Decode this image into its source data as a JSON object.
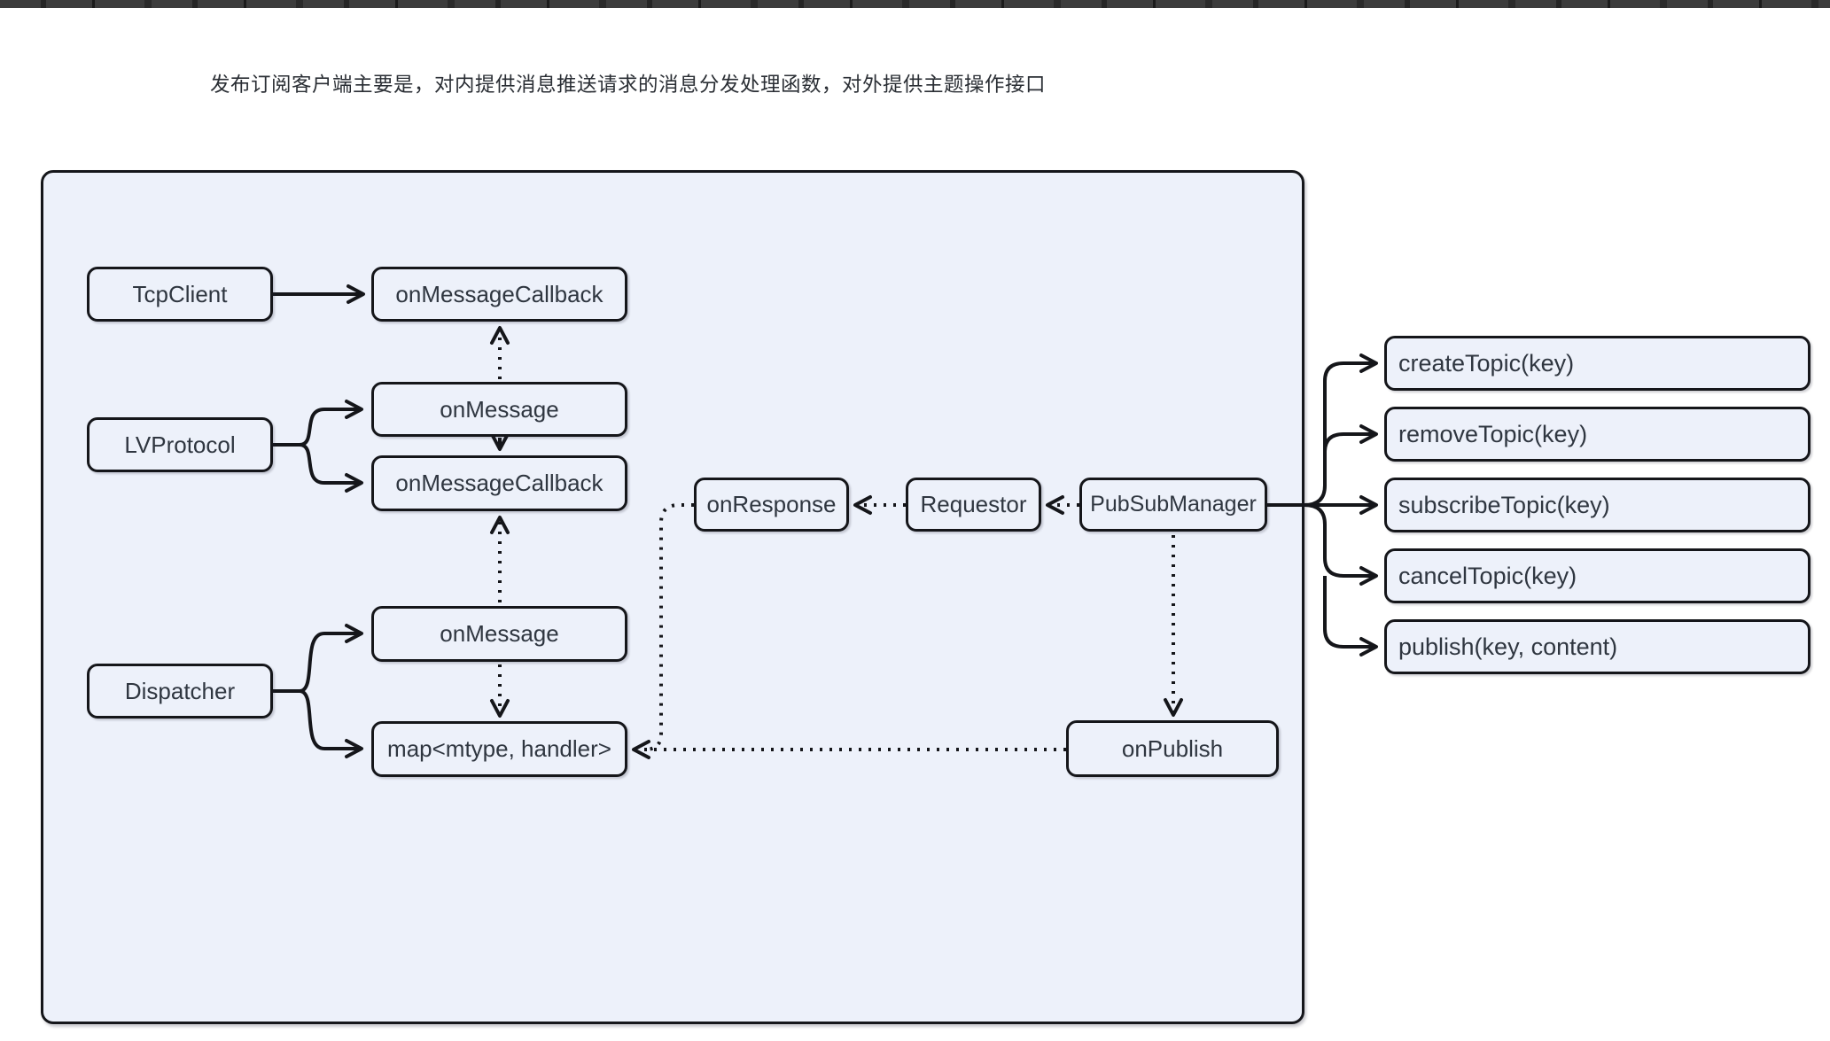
{
  "page": {
    "top_strip": "cut-off dark browser toolbar sliver",
    "background_color": "#ffffff"
  },
  "intro_text": "发布订阅客户端主要是，对内提供消息推送请求的消息分发处理函数，对外提供主题操作接口",
  "colors": {
    "canvas_fill": "#edf1fa",
    "node_fill": "#edf1fa",
    "stroke": "#15161a",
    "text": "#2f3640"
  },
  "nodes": {
    "tcpclient": {
      "label": "TcpClient"
    },
    "onmessagecallback1": {
      "label": "onMessageCallback"
    },
    "lvprotocol": {
      "label": "LVProtocol"
    },
    "onmessage1": {
      "label": "onMessage"
    },
    "onmessagecallback2": {
      "label": "onMessageCallback"
    },
    "dispatcher": {
      "label": "Dispatcher"
    },
    "onmessage2": {
      "label": "onMessage"
    },
    "map": {
      "label": "map<mtype, handler>"
    },
    "onresponse": {
      "label": "onResponse"
    },
    "requestor": {
      "label": "Requestor"
    },
    "pubsubmanager": {
      "label": "PubSubManager"
    },
    "onpublish": {
      "label": "onPublish"
    },
    "createtopic": {
      "label": "createTopic(key)"
    },
    "removetopic": {
      "label": "removeTopic(key)"
    },
    "subscribetopic": {
      "label": "subscribeTopic(key)"
    },
    "canceltopic": {
      "label": "cancelTopic(key)"
    },
    "publish": {
      "label": "publish(key, content)"
    }
  },
  "edges": [
    {
      "from": "TcpClient",
      "to": "onMessageCallback (top)",
      "style": "solid-arrow"
    },
    {
      "from": "onMessage (upper)",
      "to": "onMessageCallback (top)",
      "style": "dotted-arrow-up"
    },
    {
      "from": "LVProtocol",
      "to": "onMessage (upper)",
      "style": "solid-fork-arrow"
    },
    {
      "from": "LVProtocol",
      "to": "onMessageCallback (middle)",
      "style": "solid-fork-arrow"
    },
    {
      "from": "onMessage (upper)",
      "to": "onMessageCallback (middle)",
      "style": "solid-arrow-down"
    },
    {
      "from": "onMessage (lower)",
      "to": "onMessageCallback (middle)",
      "style": "dotted-arrow-up"
    },
    {
      "from": "Dispatcher",
      "to": "onMessage (lower)",
      "style": "solid-fork-arrow"
    },
    {
      "from": "Dispatcher",
      "to": "map<mtype, handler>",
      "style": "solid-fork-arrow"
    },
    {
      "from": "onMessage (lower)",
      "to": "map<mtype, handler>",
      "style": "dotted-arrow-down"
    },
    {
      "from": "Requestor",
      "to": "onResponse",
      "style": "dotted-arrow-left"
    },
    {
      "from": "PubSubManager",
      "to": "Requestor",
      "style": "dotted-arrow-left"
    },
    {
      "from": "onResponse",
      "to": "map<mtype, handler>",
      "style": "dotted-elbow-down-left"
    },
    {
      "from": "PubSubManager",
      "to": "onPublish",
      "style": "dotted-arrow-down"
    },
    {
      "from": "onPublish",
      "to": "map<mtype, handler>",
      "style": "dotted-arrow-left"
    },
    {
      "from": "PubSubManager",
      "to": "createTopic(key)",
      "style": "solid-branch-arrow"
    },
    {
      "from": "PubSubManager",
      "to": "removeTopic(key)",
      "style": "solid-branch-arrow"
    },
    {
      "from": "PubSubManager",
      "to": "subscribeTopic(key)",
      "style": "solid-branch-arrow"
    },
    {
      "from": "PubSubManager",
      "to": "cancelTopic(key)",
      "style": "solid-branch-arrow"
    },
    {
      "from": "PubSubManager",
      "to": "publish(key, content)",
      "style": "solid-branch-arrow"
    }
  ]
}
